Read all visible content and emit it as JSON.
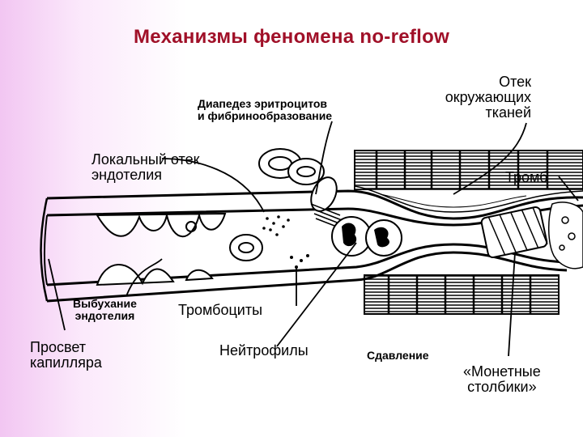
{
  "title": "Механизмы феномена no-reflow",
  "labels": {
    "diapedesis_line1": "Диапедез эритроцитов",
    "diapedesis_line2": "и фибринообразование",
    "tissue_edema_line1": "Отек",
    "tissue_edema_line2": "окружающих",
    "tissue_edema_line3": "тканей",
    "local_edema_line1": "Локальный отек",
    "local_edema_line2": "эндотелия",
    "thrombus": "Тромб",
    "swelling_line1": "Выбухание",
    "swelling_line2": "эндотелия",
    "platelets": "Тромбоциты",
    "lumen_line1": "Просвет",
    "lumen_line2": "капилляра",
    "neutrophils": "Нейтрофилы",
    "compression": "Сдавление",
    "rouleaux_line1": "«Монетные",
    "rouleaux_line2": "столбики»"
  }
}
